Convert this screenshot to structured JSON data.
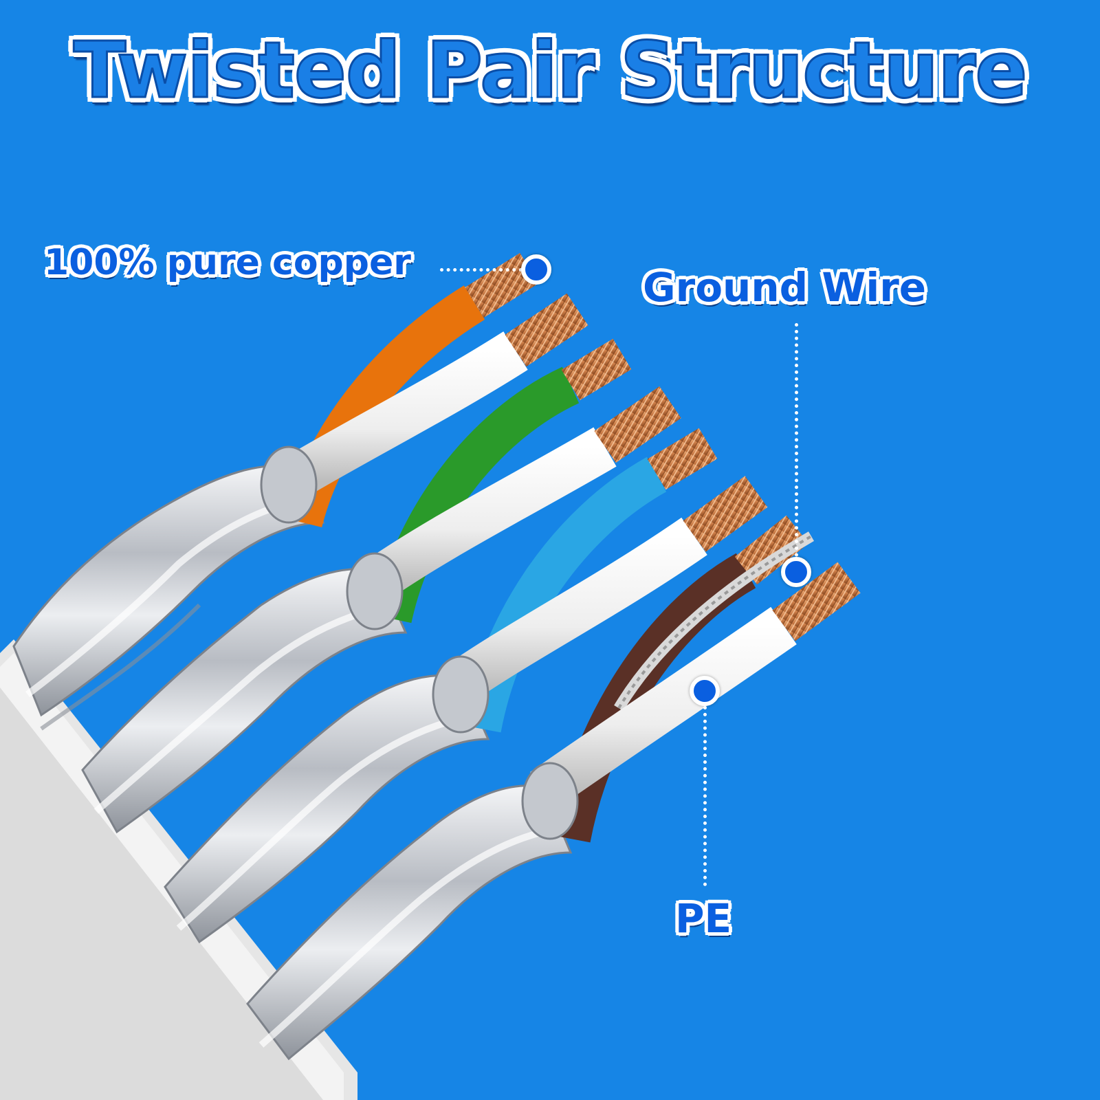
{
  "title": "Twisted Pair Structure",
  "callouts": {
    "copper": "100% pure copper",
    "ground": "Ground Wire",
    "pe": "PE"
  },
  "wire_colors": {
    "background": "#1685e6",
    "orange": "#e8730c",
    "green": "#2a9a2a",
    "blue": "#2aa6e4",
    "brown": "#5a3026",
    "white": "#f2f2f2",
    "copper": "#d38a55",
    "foil": "#c9ccd1",
    "jacket": "#e9e9e9",
    "marker": "#0a5fe0"
  }
}
